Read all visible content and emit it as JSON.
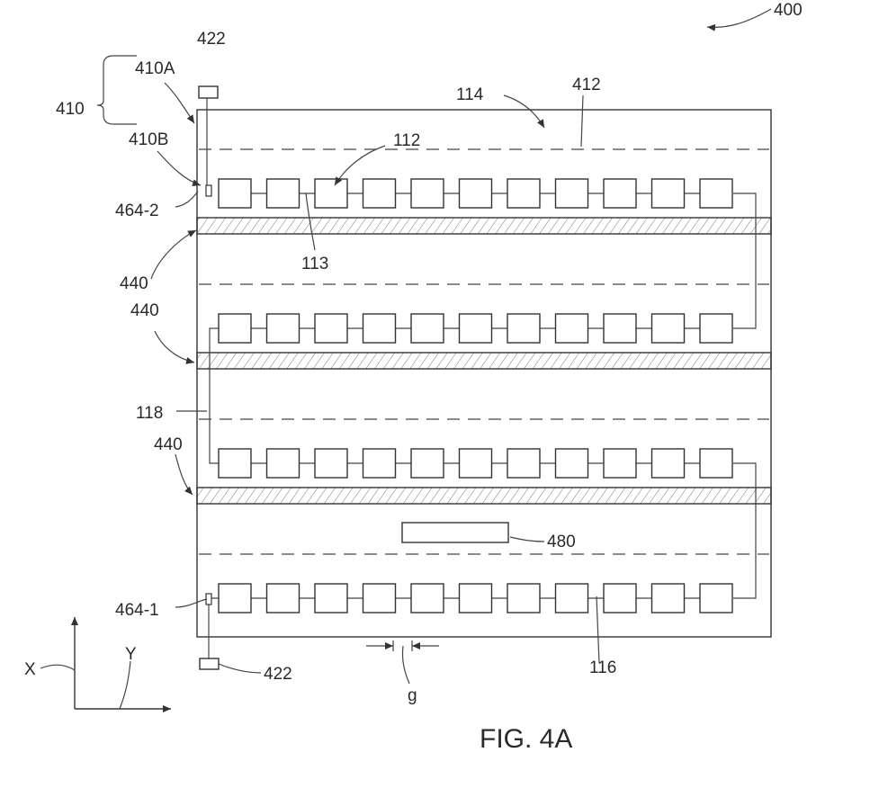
{
  "labels": {
    "ref_400": "400",
    "ref_422_top": "422",
    "ref_410A": "410A",
    "ref_410": "410",
    "ref_410B": "410B",
    "ref_114": "114",
    "ref_412": "412",
    "ref_112": "112",
    "ref_464_2": "464-2",
    "ref_113": "113",
    "ref_440_a": "440",
    "ref_440_b": "440",
    "ref_118": "118",
    "ref_440_c": "440",
    "ref_480": "480",
    "ref_464_1": "464-1",
    "ref_116": "116",
    "ref_422_bottom": "422",
    "ref_g": "g",
    "axis_x": "X",
    "axis_y": "Y",
    "figure_caption": "FIG. 4A"
  },
  "diagram": {
    "cells_per_row": 11,
    "row_count": 4,
    "separator_count": 3
  }
}
